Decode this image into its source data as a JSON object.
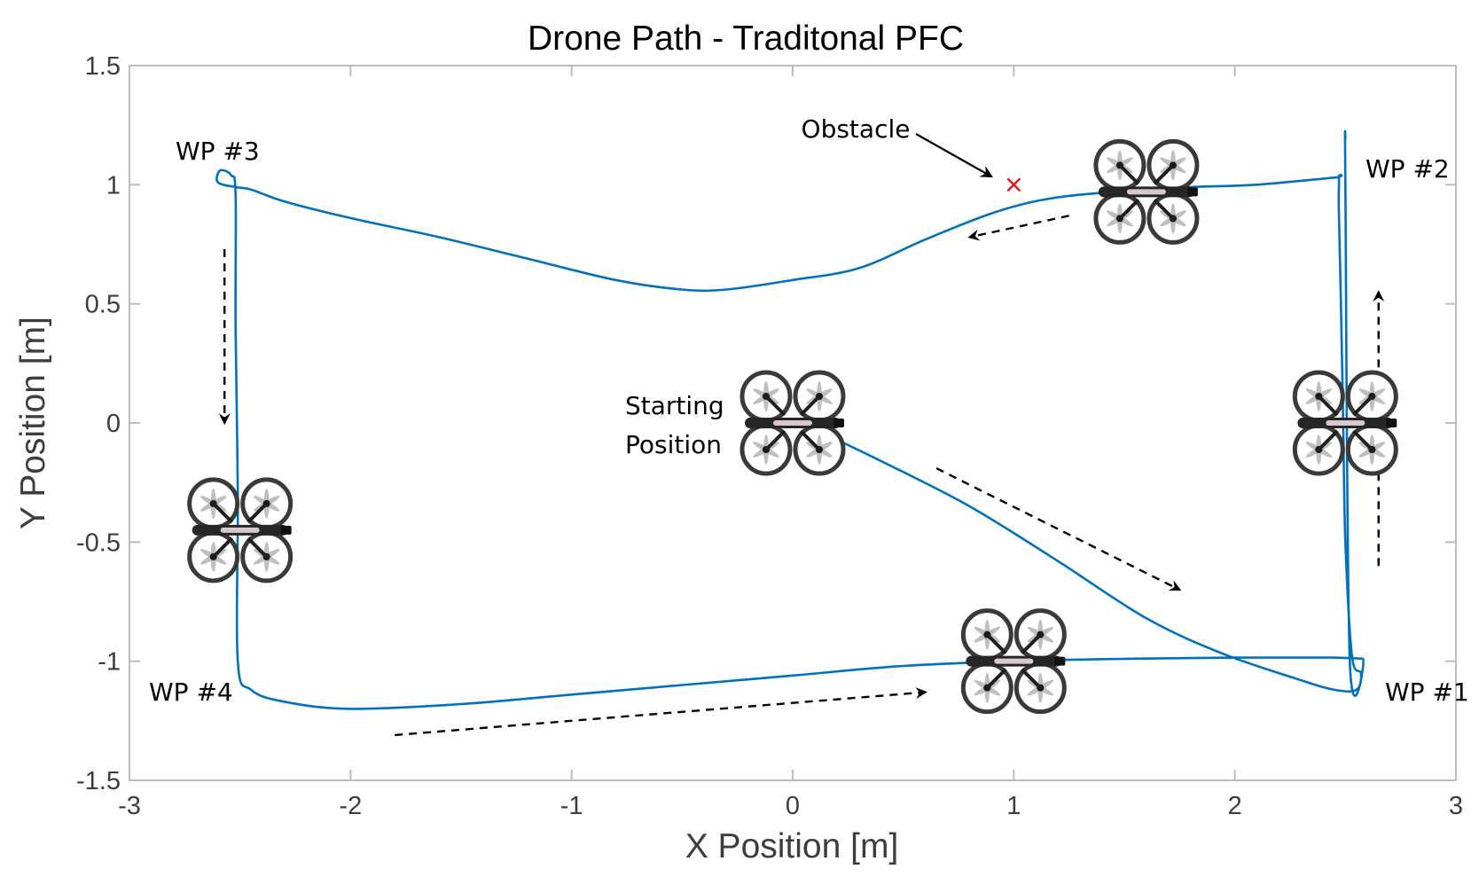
{
  "chart_data": {
    "type": "line",
    "title": "Drone Path - Traditonal PFC",
    "xlabel": "X Position [m]",
    "ylabel": "Y Position [m]",
    "xlim": [
      -3,
      3
    ],
    "ylim": [
      -1.5,
      1.5
    ],
    "xticks": [
      "-3",
      "-2",
      "-1",
      "0",
      "1",
      "2",
      "3"
    ],
    "yticks": [
      "-1.5",
      "-1",
      "-0.5",
      "0",
      "0.5",
      "1",
      "1.5"
    ],
    "grid": false,
    "series": [
      {
        "color": "#0072BD",
        "points": [
          [
            0.0,
            0.0
          ],
          [
            0.15,
            -0.05
          ],
          [
            0.4,
            -0.16
          ],
          [
            0.8,
            -0.35
          ],
          [
            1.2,
            -0.58
          ],
          [
            1.6,
            -0.82
          ],
          [
            1.95,
            -0.97
          ],
          [
            2.3,
            -1.08
          ],
          [
            2.45,
            -1.12
          ],
          [
            2.55,
            -1.12
          ],
          [
            2.57,
            -1.05
          ],
          [
            2.53,
            -0.98
          ],
          [
            2.5,
            -0.5
          ],
          [
            2.49,
            0.0
          ],
          [
            2.48,
            0.5
          ],
          [
            2.47,
            0.9
          ],
          [
            2.47,
            1.03
          ],
          [
            2.45,
            1.03
          ],
          [
            2.1,
            1.0
          ],
          [
            1.8,
            0.99
          ],
          [
            1.45,
            0.97
          ],
          [
            1.15,
            0.94
          ],
          [
            0.9,
            0.88
          ],
          [
            0.6,
            0.77
          ],
          [
            0.3,
            0.65
          ],
          [
            0.0,
            0.6
          ],
          [
            -0.3,
            0.56
          ],
          [
            -0.5,
            0.56
          ],
          [
            -0.8,
            0.6
          ],
          [
            -1.2,
            0.69
          ],
          [
            -1.6,
            0.78
          ],
          [
            -2.0,
            0.86
          ],
          [
            -2.3,
            0.93
          ],
          [
            -2.45,
            0.98
          ],
          [
            -2.52,
            0.99
          ],
          [
            -2.6,
            1.01
          ],
          [
            -2.59,
            1.06
          ],
          [
            -2.54,
            1.04
          ],
          [
            -2.52,
            0.96
          ],
          [
            -2.52,
            0.4
          ],
          [
            -2.51,
            -0.3
          ],
          [
            -2.51,
            -1.0
          ],
          [
            -2.45,
            -1.12
          ],
          [
            -2.3,
            -1.17
          ],
          [
            -2.0,
            -1.2
          ],
          [
            -1.5,
            -1.18
          ],
          [
            -1.0,
            -1.14
          ],
          [
            -0.5,
            -1.1
          ],
          [
            0.0,
            -1.06
          ],
          [
            0.5,
            -1.02
          ],
          [
            1.0,
            -1.0
          ],
          [
            1.5,
            -0.99
          ],
          [
            2.0,
            -0.985
          ],
          [
            2.35,
            -0.985
          ],
          [
            2.45,
            -0.985
          ],
          [
            2.58,
            -0.99
          ],
          [
            2.52,
            -1.0
          ],
          [
            2.5,
            1.0
          ],
          [
            2.5,
            1.2
          ]
        ]
      }
    ],
    "obstacle": {
      "x": 1.0,
      "y": 1.0,
      "color": "#e8141e",
      "label": "Obstacle"
    },
    "waypoints": [
      {
        "label": "WP #1",
        "x": 2.6,
        "y": -1.12
      },
      {
        "label": "WP #2",
        "x": 2.5,
        "y": 1.03
      },
      {
        "label": "WP #3",
        "x": -2.6,
        "y": 1.06
      },
      {
        "label": "WP #4",
        "x": -2.51,
        "y": -1.0
      }
    ],
    "start": {
      "x": 0.0,
      "y": 0.0,
      "label_line1": "Starting",
      "label_line2": "Position"
    },
    "drones": [
      {
        "x": 0.0,
        "y": 0.0
      },
      {
        "x": 1.6,
        "y": 0.97
      },
      {
        "x": 2.5,
        "y": 0.0
      },
      {
        "x": 1.0,
        "y": -1.0
      },
      {
        "x": -2.5,
        "y": -0.45
      }
    ],
    "direction_arrows": [
      {
        "from": [
          1.25,
          0.87
        ],
        "to": [
          0.8,
          0.78
        ]
      },
      {
        "from": [
          -2.57,
          0.73
        ],
        "to": [
          -2.57,
          0.0
        ]
      },
      {
        "from": [
          0.65,
          -0.19
        ],
        "to": [
          1.75,
          -0.7
        ]
      },
      {
        "from": [
          -1.8,
          -1.31
        ],
        "to": [
          0.6,
          -1.13
        ]
      },
      {
        "from": [
          2.65,
          -0.6
        ],
        "to": [
          2.65,
          0.55
        ]
      }
    ]
  }
}
